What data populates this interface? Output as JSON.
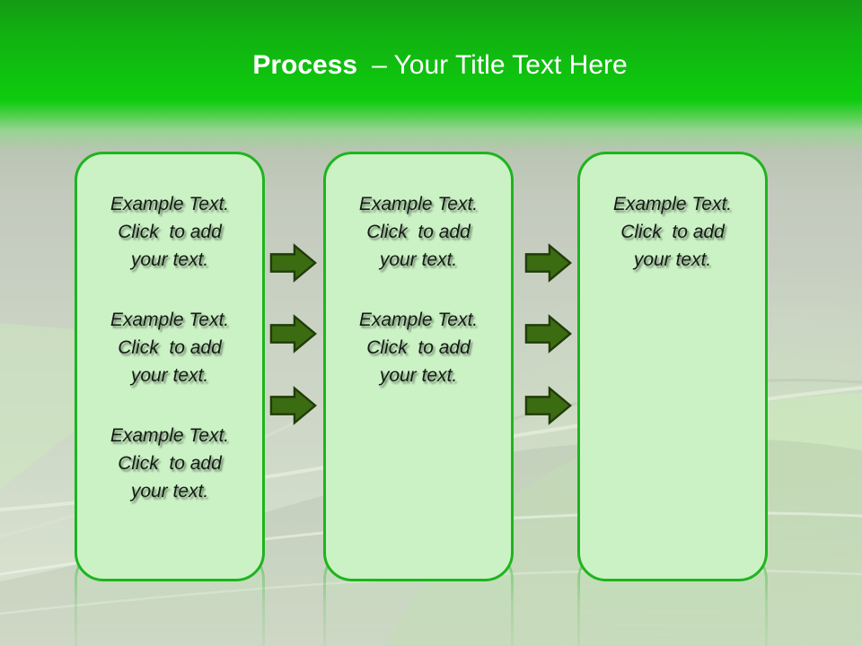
{
  "slide": {
    "header": {
      "title_bold": "Process",
      "title_rest": "– Your Title Text Here",
      "band_color": "#0ecb0e",
      "title_color": "#ffffff"
    },
    "process": {
      "columns": [
        {
          "paragraphs": [
            "Example Text.\nClick  to add\nyour text.",
            "Example Text.\nClick  to add\nyour text.",
            "Example Text.\nClick  to add\nyour text."
          ]
        },
        {
          "paragraphs": [
            "Example Text.\nClick  to add\nyour text.",
            "Example Text.\nClick  to add\nyour text."
          ]
        },
        {
          "paragraphs": [
            "Example Text.\nClick  to add\nyour text."
          ]
        }
      ],
      "colors": {
        "box_fill": "#cbf2c5",
        "box_border": "#1fb41f",
        "arrow_fill": "#3c6c12",
        "arrow_stroke": "#203c08",
        "text_color": "#141b14"
      }
    }
  }
}
